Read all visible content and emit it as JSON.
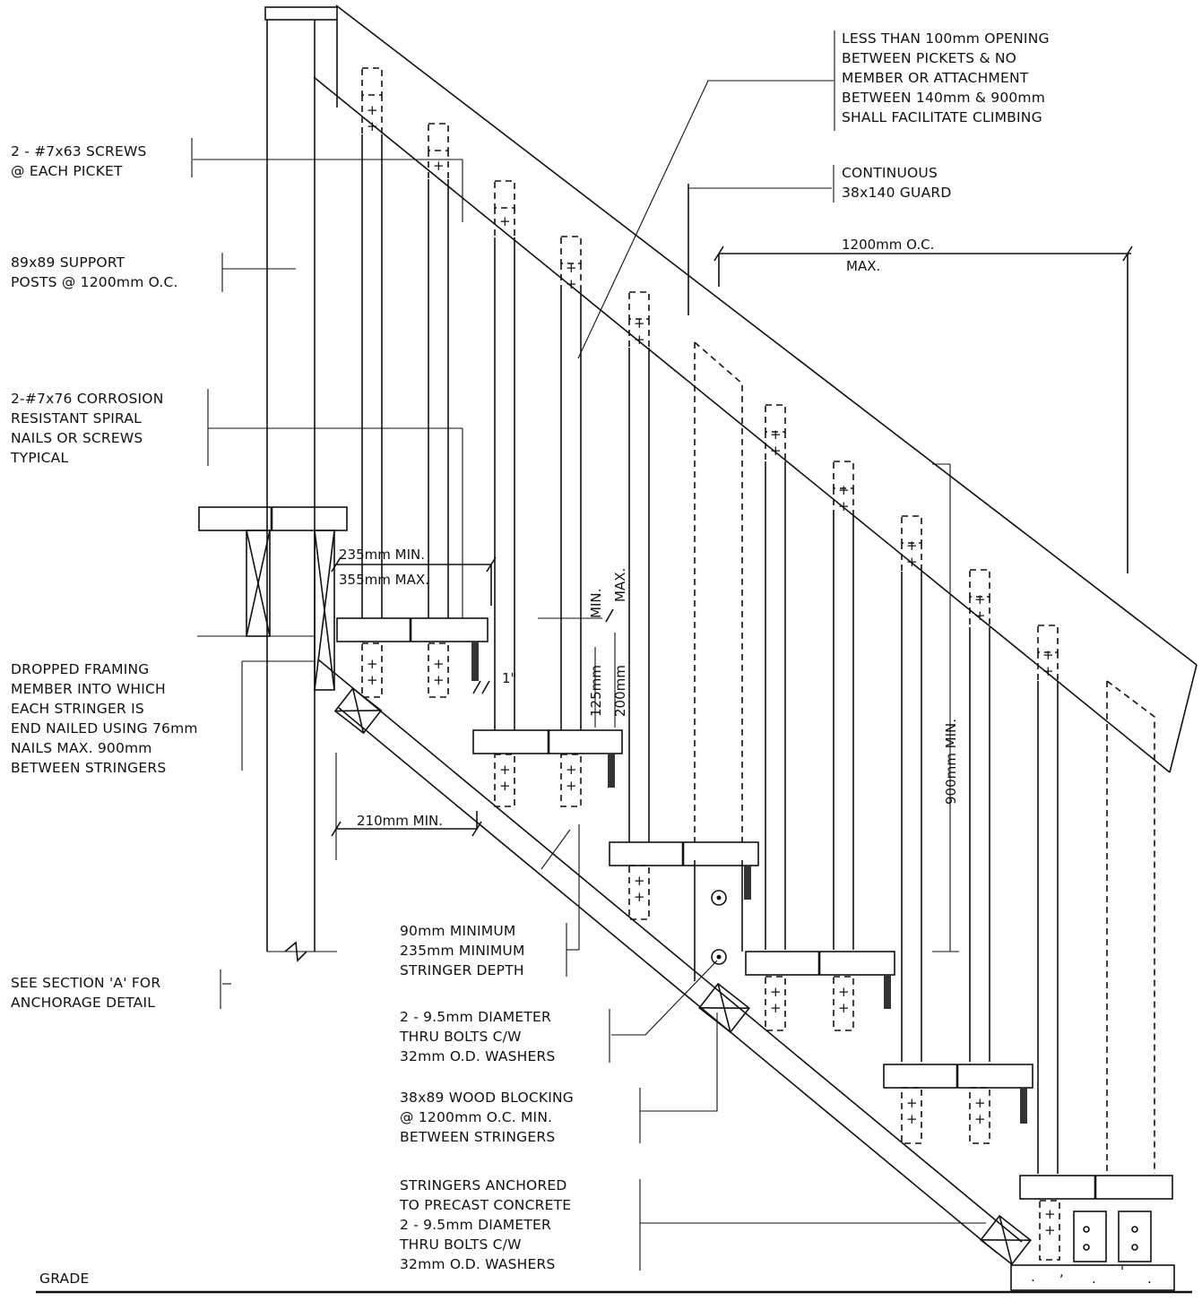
{
  "notes": {
    "opening": [
      "LESS THAN 100mm OPENING",
      "BETWEEN PICKETS & NO",
      "MEMBER OR ATTACHMENT",
      "BETWEEN 140mm & 900mm",
      "SHALL FACILITATE CLIMBING"
    ],
    "guard": [
      "CONTINUOUS",
      "38x140 GUARD"
    ],
    "screws": [
      "2 - #7x63 SCREWS",
      "@ EACH PICKET"
    ],
    "posts": [
      "89x89 SUPPORT",
      "POSTS @ 1200mm O.C."
    ],
    "nails": [
      "2-#7x76 CORROSION",
      "RESISTANT SPIRAL",
      "NAILS OR SCREWS",
      "TYPICAL"
    ],
    "dropped": [
      "DROPPED FRAMING",
      "MEMBER INTO WHICH",
      "EACH STRINGER IS",
      "END NAILED USING 76mm",
      "NAILS MAX. 900mm",
      "BETWEEN STRINGERS"
    ],
    "section": [
      "SEE SECTION 'A' FOR",
      "ANCHORAGE DETAIL"
    ],
    "stringer": [
      "90mm MINIMUM",
      "235mm MINIMUM",
      "STRINGER DEPTH"
    ],
    "bolts": [
      "2 - 9.5mm DIAMETER",
      "THRU BOLTS C/W",
      "32mm O.D. WASHERS"
    ],
    "blocking": [
      "38x89 WOOD BLOCKING",
      "@ 1200mm O.C. MIN.",
      "BETWEEN STRINGERS"
    ],
    "anchored": [
      "STRINGERS ANCHORED",
      "TO PRECAST CONCRETE",
      "2 - 9.5mm DIAMETER",
      "THRU BOLTS C/W",
      "32mm O.D. WASHERS"
    ],
    "grade": "GRADE"
  },
  "dims": {
    "post_spacing": [
      "1200mm O.C.",
      "MAX."
    ],
    "tread_min": "235mm MIN.",
    "tread_max": "355mm MAX.",
    "run_min": "210mm MIN.",
    "rise_min": "125mm",
    "rise_min_label": "MIN.",
    "rise_max": "200mm",
    "rise_max_label": "MAX.",
    "guard_height": "900mm MIN.",
    "nosing": "1\""
  }
}
